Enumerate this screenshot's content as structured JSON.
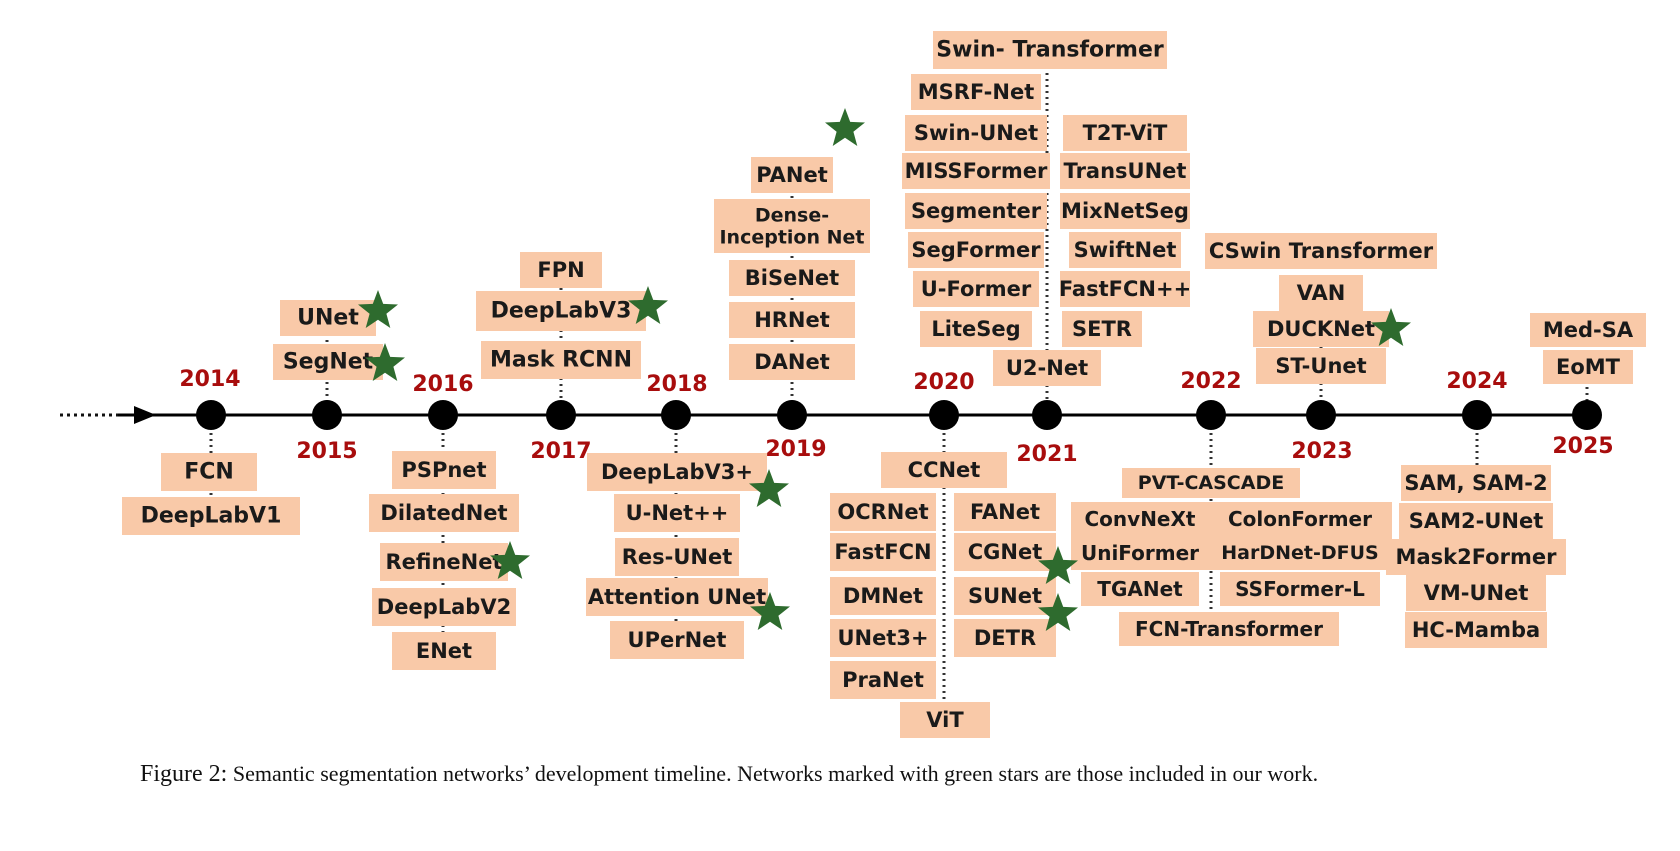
{
  "caption": {
    "label": "Figure 2:",
    "text": "Semantic segmentation networks’ development timeline. Networks marked with green stars are those included in our work."
  },
  "colors": {
    "box_fill": "#f9c9a8",
    "year_text": "#a80d0d",
    "star": "#2e6b2e",
    "axis": "#000000"
  },
  "years": [
    {
      "year": "2014",
      "networks_above": [],
      "networks_below": [
        {
          "name": "FCN",
          "starred": false
        },
        {
          "name": "DeepLabV1",
          "starred": false
        }
      ]
    },
    {
      "year": "2015",
      "networks_above": [
        {
          "name": "UNet",
          "starred": true
        },
        {
          "name": "SegNet",
          "starred": true
        }
      ],
      "networks_below": []
    },
    {
      "year": "2016",
      "networks_above": [],
      "networks_below": [
        {
          "name": "PSPnet",
          "starred": false
        },
        {
          "name": "DilatedNet",
          "starred": false
        },
        {
          "name": "RefineNet",
          "starred": true
        },
        {
          "name": "DeepLabV2",
          "starred": false
        },
        {
          "name": "ENet",
          "starred": false
        }
      ]
    },
    {
      "year": "2017",
      "networks_above": [
        {
          "name": "FPN",
          "starred": false
        },
        {
          "name": "DeepLabV3",
          "starred": true
        },
        {
          "name": "Mask RCNN",
          "starred": false
        }
      ],
      "networks_below": []
    },
    {
      "year": "2018",
      "networks_above": [],
      "networks_below": [
        {
          "name": "DeepLabV3+",
          "starred": true
        },
        {
          "name": "U-Net++",
          "starred": false
        },
        {
          "name": "Res-UNet",
          "starred": false
        },
        {
          "name": "Attention UNet",
          "starred": true
        },
        {
          "name": "UPerNet",
          "starred": false
        }
      ]
    },
    {
      "year": "2019",
      "networks_above": [
        {
          "name": "PANet",
          "starred": false
        },
        {
          "name": "Dense-Inception Net",
          "starred": false
        },
        {
          "name": "BiSeNet",
          "starred": false
        },
        {
          "name": "HRNet",
          "starred": false
        },
        {
          "name": "DANet",
          "starred": false
        }
      ],
      "networks_below": []
    },
    {
      "year": "2020",
      "networks_above": [],
      "networks_below": [
        {
          "name": "CCNet",
          "starred": false
        },
        {
          "name": "OCRNet",
          "starred": false
        },
        {
          "name": "FastFCN",
          "starred": false
        },
        {
          "name": "DMNet",
          "starred": false
        },
        {
          "name": "UNet3+",
          "starred": false
        },
        {
          "name": "PraNet",
          "starred": false
        },
        {
          "name": "ViT",
          "starred": false
        },
        {
          "name": "FANet",
          "starred": false
        },
        {
          "name": "CGNet",
          "starred": true
        },
        {
          "name": "SUNet",
          "starred": true
        },
        {
          "name": "DETR",
          "starred": false
        }
      ]
    },
    {
      "year": "2021",
      "networks_above": [
        {
          "name": "Swin- Transformer",
          "starred": false
        },
        {
          "name": "MSRF-Net",
          "starred": false
        },
        {
          "name": "Swin-UNet",
          "starred": true
        },
        {
          "name": "MISSFormer",
          "starred": false
        },
        {
          "name": "Segmenter",
          "starred": false
        },
        {
          "name": "SegFormer",
          "starred": false
        },
        {
          "name": "U-Former",
          "starred": false
        },
        {
          "name": "LiteSeg",
          "starred": false
        },
        {
          "name": "T2T-ViT",
          "starred": false
        },
        {
          "name": "TransUNet",
          "starred": false
        },
        {
          "name": "MixNetSeg",
          "starred": false
        },
        {
          "name": "SwiftNet",
          "starred": false
        },
        {
          "name": "FastFCN++",
          "starred": false
        },
        {
          "name": "SETR",
          "starred": false
        },
        {
          "name": "U2-Net",
          "starred": false
        }
      ],
      "networks_below": []
    },
    {
      "year": "2022",
      "networks_above": [],
      "networks_below": [
        {
          "name": "PVT-CASCADE",
          "starred": false
        },
        {
          "name": "ConvNeXt",
          "starred": false
        },
        {
          "name": "UniFormer",
          "starred": false
        },
        {
          "name": "TGANet",
          "starred": false
        },
        {
          "name": "ColonFormer",
          "starred": false
        },
        {
          "name": "HarDNet-DFUS",
          "starred": false
        },
        {
          "name": "SSFormer-L",
          "starred": false
        },
        {
          "name": "FCN-Transformer",
          "starred": false
        }
      ]
    },
    {
      "year": "2023",
      "networks_above": [
        {
          "name": "CSwin Transformer",
          "starred": false
        },
        {
          "name": "VAN",
          "starred": false
        },
        {
          "name": "DUCKNet",
          "starred": true
        },
        {
          "name": "ST-Unet",
          "starred": false
        }
      ],
      "networks_below": []
    },
    {
      "year": "2024",
      "networks_above": [],
      "networks_below": [
        {
          "name": "SAM, SAM-2",
          "starred": false
        },
        {
          "name": "SAM2-UNet",
          "starred": false
        },
        {
          "name": "Mask2Former",
          "starred": false
        },
        {
          "name": "VM-UNet",
          "starred": false
        },
        {
          "name": "HC-Mamba",
          "starred": false
        }
      ]
    },
    {
      "year": "2025",
      "networks_above": [
        {
          "name": "Med-SA",
          "starred": false
        },
        {
          "name": "EoMT",
          "starred": false
        }
      ],
      "networks_below": []
    }
  ]
}
